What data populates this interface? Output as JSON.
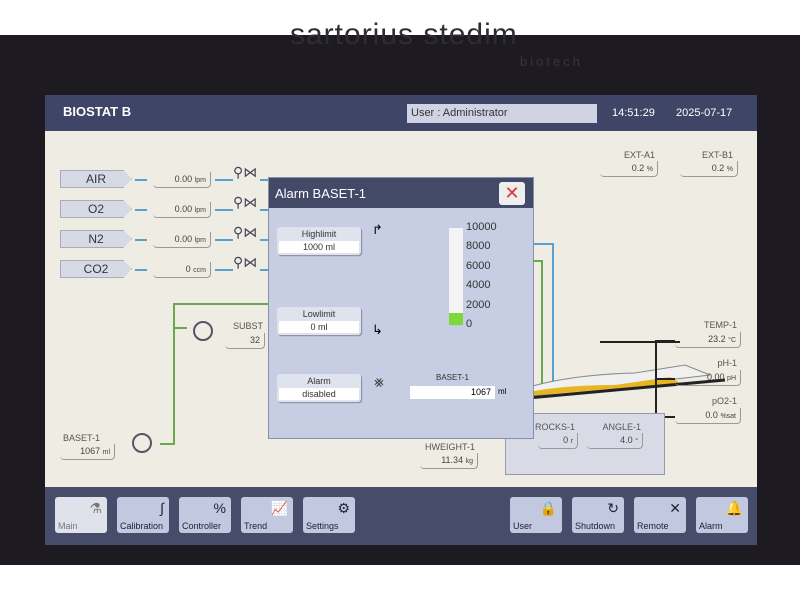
{
  "brand": {
    "name": "sartorius stedim",
    "sub": "biotech"
  },
  "header": {
    "title": "BIOSTAT B",
    "user": "User : Administrator",
    "time": "14:51:29",
    "date": "2025-07-17"
  },
  "gases": [
    {
      "label": "AIR",
      "value": "0.00",
      "unit": "lpm"
    },
    {
      "label": "O2",
      "value": "0.00",
      "unit": "lpm"
    },
    {
      "label": "N2",
      "value": "0.00",
      "unit": "lpm"
    },
    {
      "label": "CO2",
      "value": "0",
      "unit": "ccm"
    }
  ],
  "ext": [
    {
      "label": "EXT-A1",
      "value": "0.2",
      "unit": "%"
    },
    {
      "label": "EXT-B1",
      "value": "0.2",
      "unit": "%"
    }
  ],
  "subst": {
    "label": "SUBST",
    "value": "32"
  },
  "baset": {
    "label": "BASET-1",
    "value": "1067",
    "unit": "ml"
  },
  "sensors": [
    {
      "label": "TEMP-1",
      "value": "23.2",
      "unit": "°C"
    },
    {
      "label": "pH-1",
      "value": "0.00",
      "unit": "pH"
    },
    {
      "label": "pO2-1",
      "value": "0.0",
      "unit": "%sat"
    }
  ],
  "hweight": {
    "label": "HWEIGHT-1",
    "value": "11.34",
    "unit": "kg"
  },
  "rocks": {
    "label": "ROCKS-1",
    "value": "0",
    "unit": "r"
  },
  "angle": {
    "label": "ANGLE-1",
    "value": "4.0",
    "unit": "°"
  },
  "dialog": {
    "title": "Alarm BASET-1",
    "close": "✕",
    "highlimit": {
      "label": "Highlimit",
      "value": "1000 ml"
    },
    "lowlimit": {
      "label": "Lowlimit",
      "value": "0 ml"
    },
    "alarm": {
      "label": "Alarm",
      "value": "disabled"
    },
    "scale": [
      "10000",
      "8000",
      "6000",
      "4000",
      "2000",
      "0"
    ],
    "level_value": 1067,
    "scale_max": 10000,
    "readout": {
      "label": "BASET-1",
      "value": "1067",
      "unit": "ml"
    },
    "fill_color": "#7dd83a"
  },
  "footer": {
    "left": [
      "Main",
      "Calibration",
      "Controller",
      "Trend",
      "Settings"
    ],
    "right": [
      "User",
      "Shutdown",
      "Remote",
      "Alarm"
    ]
  }
}
